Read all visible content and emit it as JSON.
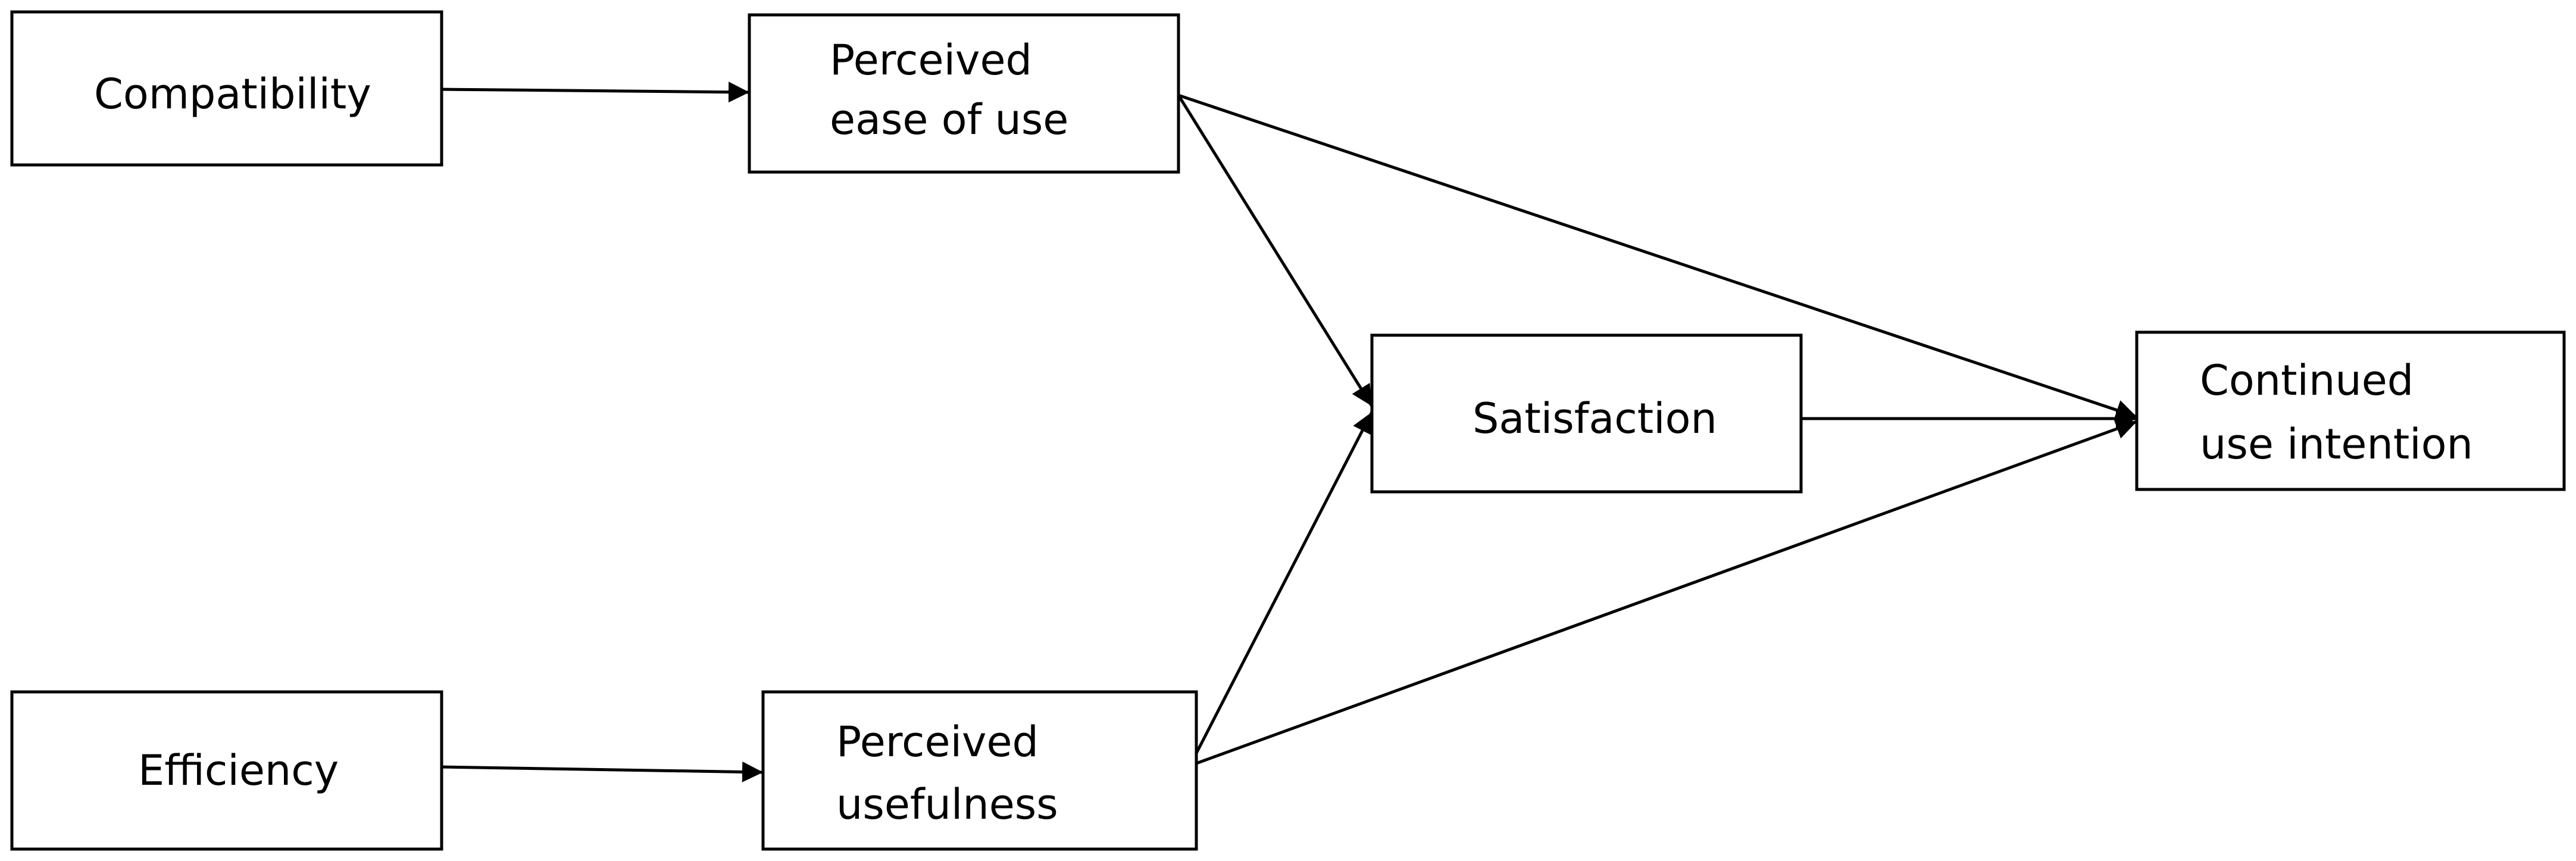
{
  "nodes": {
    "compatibility": {
      "label_lines": [
        "Compatibility"
      ]
    },
    "perceived_ease": {
      "label_lines": [
        "Perceived",
        "ease of use"
      ]
    },
    "efficiency": {
      "label_lines": [
        "Efficiency"
      ]
    },
    "perceived_usefulness": {
      "label_lines": [
        "Perceived",
        "usefulness"
      ]
    },
    "satisfaction": {
      "label_lines": [
        "Satisfaction"
      ]
    },
    "continued_use": {
      "label_lines": [
        "Continued",
        "use intention"
      ]
    }
  },
  "edges": [
    {
      "from": "compatibility",
      "to": "perceived_ease"
    },
    {
      "from": "efficiency",
      "to": "perceived_usefulness"
    },
    {
      "from": "perceived_ease",
      "to": "satisfaction"
    },
    {
      "from": "perceived_ease",
      "to": "continued_use"
    },
    {
      "from": "perceived_usefulness",
      "to": "satisfaction"
    },
    {
      "from": "perceived_usefulness",
      "to": "continued_use"
    },
    {
      "from": "satisfaction",
      "to": "continued_use"
    }
  ],
  "colors": {
    "stroke": "#000000",
    "fill": "#ffffff",
    "text": "#000000"
  }
}
